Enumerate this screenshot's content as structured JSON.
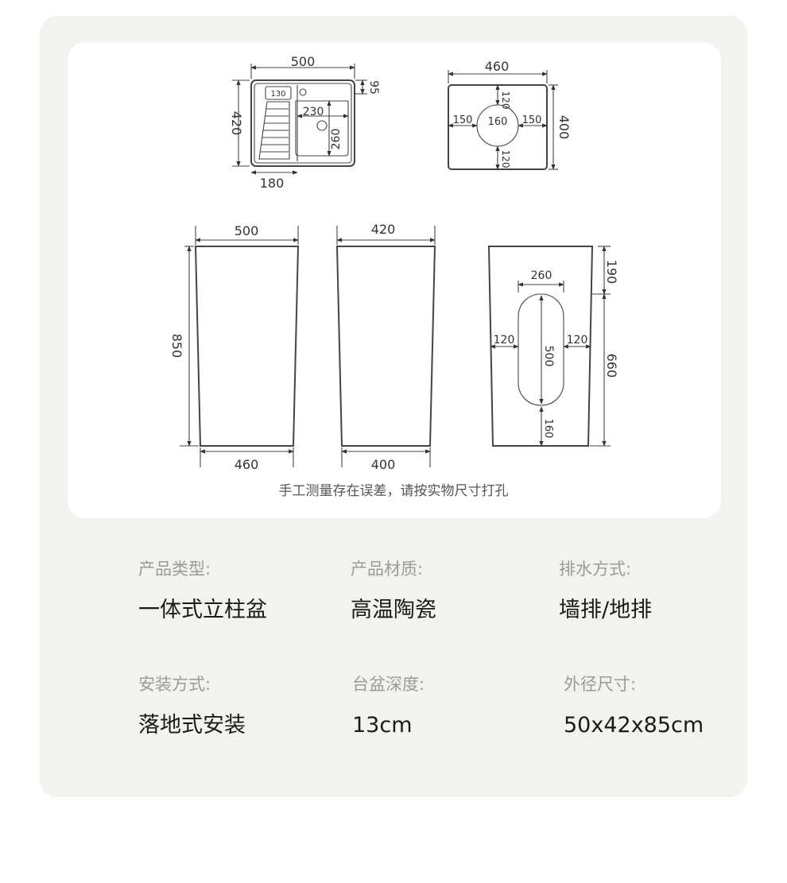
{
  "top_view": {
    "width": "500",
    "depth": "420",
    "rim": "95",
    "washboard": "130",
    "bowl_width": "230",
    "bowl_depth": "260",
    "front": "180"
  },
  "back_view": {
    "width": "460",
    "height": "400",
    "top": "120",
    "bottom": "120",
    "left": "150",
    "right": "150",
    "hole": "160"
  },
  "front_view": {
    "top_width": "500",
    "bottom_width": "460",
    "height": "850"
  },
  "side_view": {
    "top_width": "420",
    "bottom_width": "400"
  },
  "rear_view": {
    "top": "190",
    "opening_width": "260",
    "left": "120",
    "right": "120",
    "opening_height": "500",
    "bottom": "160",
    "lower_height": "660"
  },
  "note": "手工测量存在误差，请按实物尺寸打孔",
  "specs": [
    {
      "label": "产品类型:",
      "value": "一体式立柱盆"
    },
    {
      "label": "产品材质:",
      "value": "高温陶瓷"
    },
    {
      "label": "排水方式:",
      "value": "墙排/地排"
    },
    {
      "label": "安装方式:",
      "value": "落地式安装"
    },
    {
      "label": "台盆深度:",
      "value": "13cm"
    },
    {
      "label": "外径尺寸:",
      "value": "50x42x85cm"
    }
  ]
}
